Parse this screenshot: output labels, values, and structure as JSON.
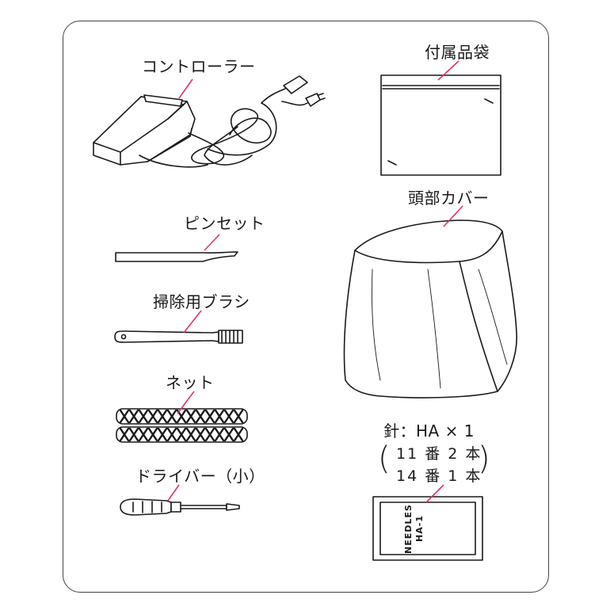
{
  "accessories": {
    "controller": "コントローラー",
    "accessory_bag": "付属品袋",
    "tweezers": "ピンセット",
    "head_cover": "頭部カバー",
    "cleaning_brush": "掃除用ブラシ",
    "net": "ネット",
    "screwdriver": "ドライバー（小）",
    "needles": {
      "title": "針：HA × 1",
      "line1": "11 番 2 本",
      "line2": "14 番 1 本",
      "pack_label_1": "NEEDLES",
      "pack_label_2": "HA-1"
    }
  },
  "colors": {
    "line": "#1a1a1a",
    "leader": "#e0307a"
  }
}
